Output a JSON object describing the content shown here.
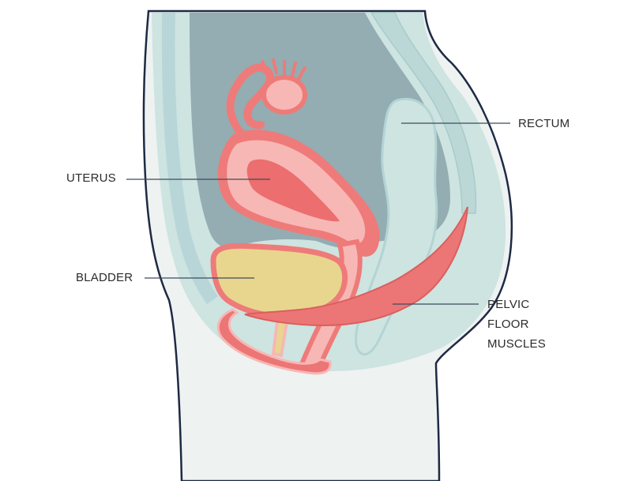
{
  "labels": {
    "rectum": "RECTUM",
    "uterus": "UTERUS",
    "bladder": "BLADDER",
    "pelvic_floor": [
      "PELVIC",
      "FLOOR",
      "MUSCLES"
    ]
  },
  "colors": {
    "body_fill": "#eef2f1",
    "body_outline": "#1e2a44",
    "cavity_outer": "#cde4e1",
    "cavity_inner": "#93adb2",
    "tissue_light": "#bcd8d6",
    "uterus_outer": "#ee7b79",
    "uterus_inner": "#f7b7b5",
    "uterus_core": "#ec6e6f",
    "bladder_fill": "#e8d68e",
    "muscle": "#ec7675",
    "leader_line": "#3e4b5e"
  }
}
